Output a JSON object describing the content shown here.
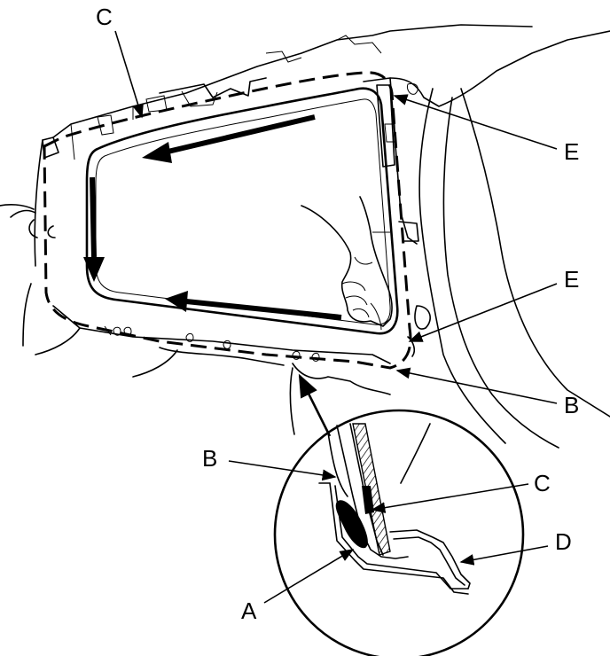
{
  "labels": {
    "A": "A",
    "B_top": "B",
    "B_right": "B",
    "C_top": "C",
    "C_detail": "C",
    "D": "D",
    "E_top": "E",
    "E_mid": "E"
  },
  "colors": {
    "ink": "#000000",
    "paper": "#ffffff"
  }
}
